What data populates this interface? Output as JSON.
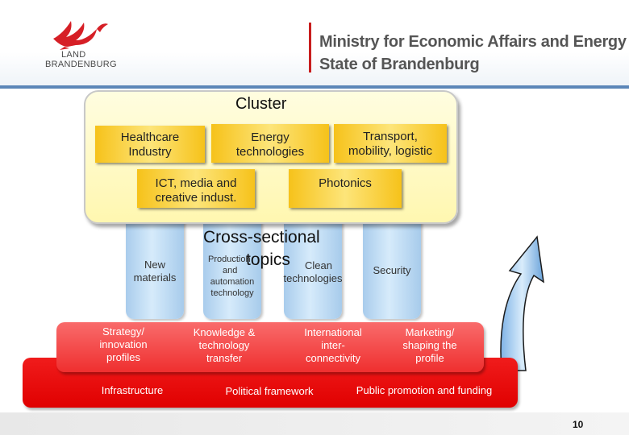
{
  "header": {
    "logo_line1": "LAND",
    "logo_line2": "BRANDENBURG",
    "ministry_line1": "Ministry for Economic Affairs and Energy",
    "ministry_line2": "State of Brandenburg"
  },
  "cluster": {
    "title": "Cluster",
    "items": [
      {
        "line1": "Healthcare",
        "line2": "Industry"
      },
      {
        "line1": "Energy",
        "line2": "technologies"
      },
      {
        "line1": "Transport,",
        "line2": "mobility, logistic"
      },
      {
        "line1": "ICT, media and",
        "line2": "creative indust."
      },
      {
        "line1": "Photonics",
        "line2": ""
      }
    ]
  },
  "cross_sectional": {
    "title_line1": "Cross-sectional",
    "title_line2": "topics",
    "pillars": [
      {
        "line1": "New",
        "line2": "materials",
        "line3": ""
      },
      {
        "line1": "Production",
        "line2": "and",
        "line3": "automation",
        "line4": "technology"
      },
      {
        "line1": "Clean",
        "line2": "technologies"
      },
      {
        "line1": "Security"
      }
    ]
  },
  "strategy_band": {
    "items": [
      {
        "line1": "Strategy/",
        "line2": "innovation",
        "line3": "profiles"
      },
      {
        "line1": "Knowledge &",
        "line2": "technology",
        "line3": "transfer"
      },
      {
        "line1": "International",
        "line2": "inter-",
        "line3": "connectivity"
      },
      {
        "line1": "Marketing/",
        "line2": "shaping the",
        "line3": "profile"
      }
    ]
  },
  "base_band": {
    "items": [
      "Infrastructure",
      "Political framework",
      "Public promotion and funding"
    ]
  },
  "footer": {
    "page_number": "10"
  },
  "colors": {
    "cluster_box": "#f6c21a",
    "cluster_bg": "#fff7b0",
    "pillar": "#a9ccec",
    "band_middle": "#f2393a",
    "band_bottom": "#e60000",
    "header_rule": "#5b86b8",
    "accent_bar": "#c81e1e"
  },
  "icons": [
    "eagle-logo-icon",
    "curved-arrow-icon"
  ]
}
